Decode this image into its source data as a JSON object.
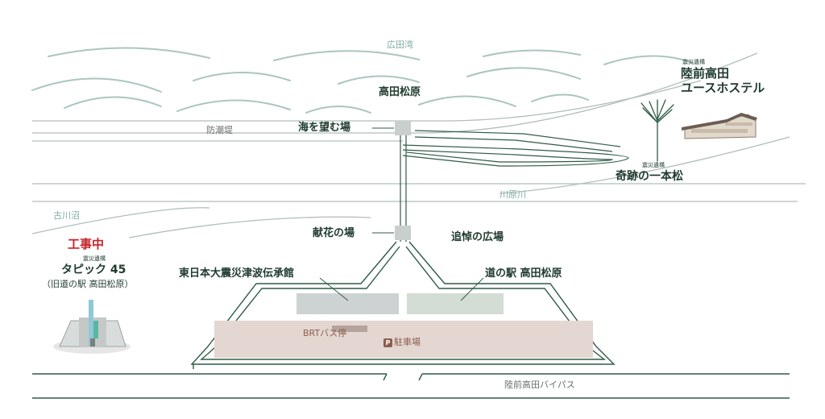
{
  "colors": {
    "line": "#2f5b46",
    "wave": "#a9c6c0",
    "road_line": "#aebfb9",
    "lot_blue": "#cdd3d2",
    "lot_green": "#d3ddd3",
    "parking": "#e4d6d0",
    "warning": "#c6242b",
    "label": "#1f3a2e"
  },
  "water_labels": {
    "bay": "広田湾",
    "river": "川原川",
    "pond": "古川沼"
  },
  "places": {
    "takata_matsubara": "高田松原",
    "umi_wo_nozomu": "海を望む場",
    "bochoutei": "防潮堤",
    "kenka": "献花の場",
    "tsuitou": "追悼の広場",
    "memorial_hall": "東日本大震災津波伝承館",
    "michi_no_eki": "道の駅 高田松原",
    "brt": "BRTバス停",
    "parking_badge": "P",
    "parking": "駐車場",
    "bypass": "陸前高田バイパス"
  },
  "ruins": {
    "tapic": {
      "status": "工事中",
      "small": "震災遺構",
      "name": "タピック 45",
      "sub": "（旧道の駅 高田松原）"
    },
    "pine": {
      "small": "震災遺構",
      "name": "奇跡の一本松"
    },
    "hostel": {
      "small": "震災遺構",
      "name_line1": "陸前高田",
      "name_line2": "ユースホステル"
    }
  }
}
